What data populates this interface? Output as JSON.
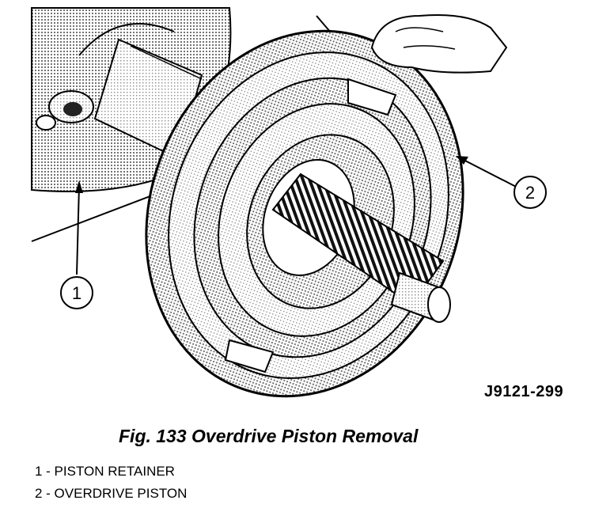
{
  "figure": {
    "callouts": [
      {
        "number": "1"
      },
      {
        "number": "2"
      }
    ],
    "image_code": "J9121-299"
  },
  "caption": "Fig. 133 Overdrive Piston Removal",
  "legend": [
    "1 - PISTON RETAINER",
    "2 - OVERDRIVE PISTON"
  ]
}
